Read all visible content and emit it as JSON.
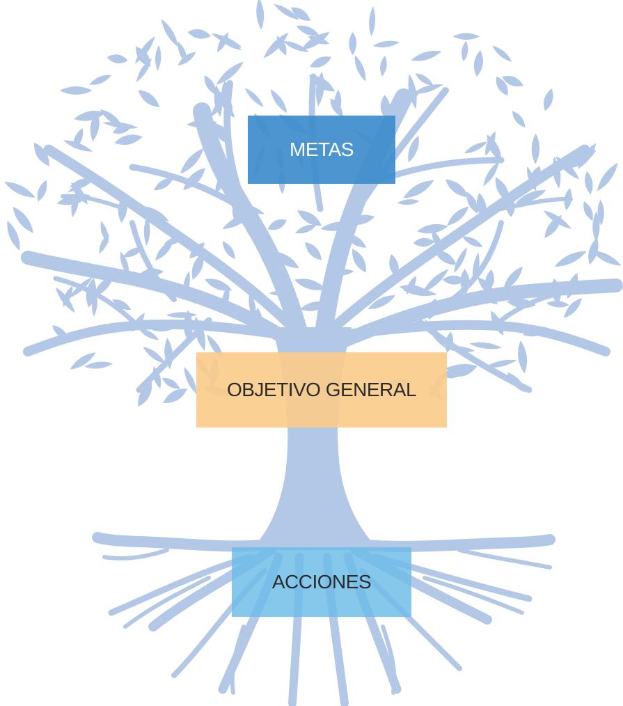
{
  "diagram": {
    "type": "tree-diagram",
    "illustration": "tree-with-leaves-and-roots",
    "colors": {
      "tree": "#b3c8e6",
      "metas_box": "#3d8ccc",
      "objetivo_box": "#f9cb8a",
      "acciones_box": "#6bbce8",
      "dark_text": "#2b2b2b",
      "light_text": "#ffffff"
    },
    "nodes": {
      "metas": {
        "label": "METAS",
        "part": "crown"
      },
      "objetivo": {
        "label": "OBJETIVO GENERAL",
        "part": "trunk"
      },
      "acciones": {
        "label": "ACCIONES",
        "part": "roots"
      }
    }
  }
}
